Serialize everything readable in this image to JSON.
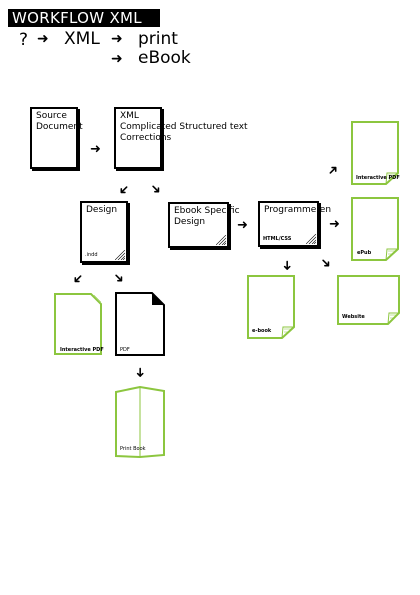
{
  "title": "WORKFLOW XML",
  "flow": {
    "question": "?",
    "xml": "XML",
    "print": "print",
    "ebook": "eBook"
  },
  "boxes": {
    "source": "Source\nDocument",
    "xml": "XML\nComplicated Structured text\nCorrections",
    "design": "Design",
    "design_file": ".indd",
    "ebook_design": "Ebook Specific\nDesign",
    "programmeren": "Programmeren",
    "programmeren_file": "HTML/CSS"
  },
  "outputs": {
    "interactive_pdf_left": "Interactive PDF",
    "pdf": "PDF",
    "print_book": "Print Book",
    "ebook": "e-book",
    "interactive_pdf_right": "Interactive PDF",
    "epub": "ePub",
    "website": "Website"
  },
  "colors": {
    "green": "#8cc63f",
    "black": "#000000"
  }
}
